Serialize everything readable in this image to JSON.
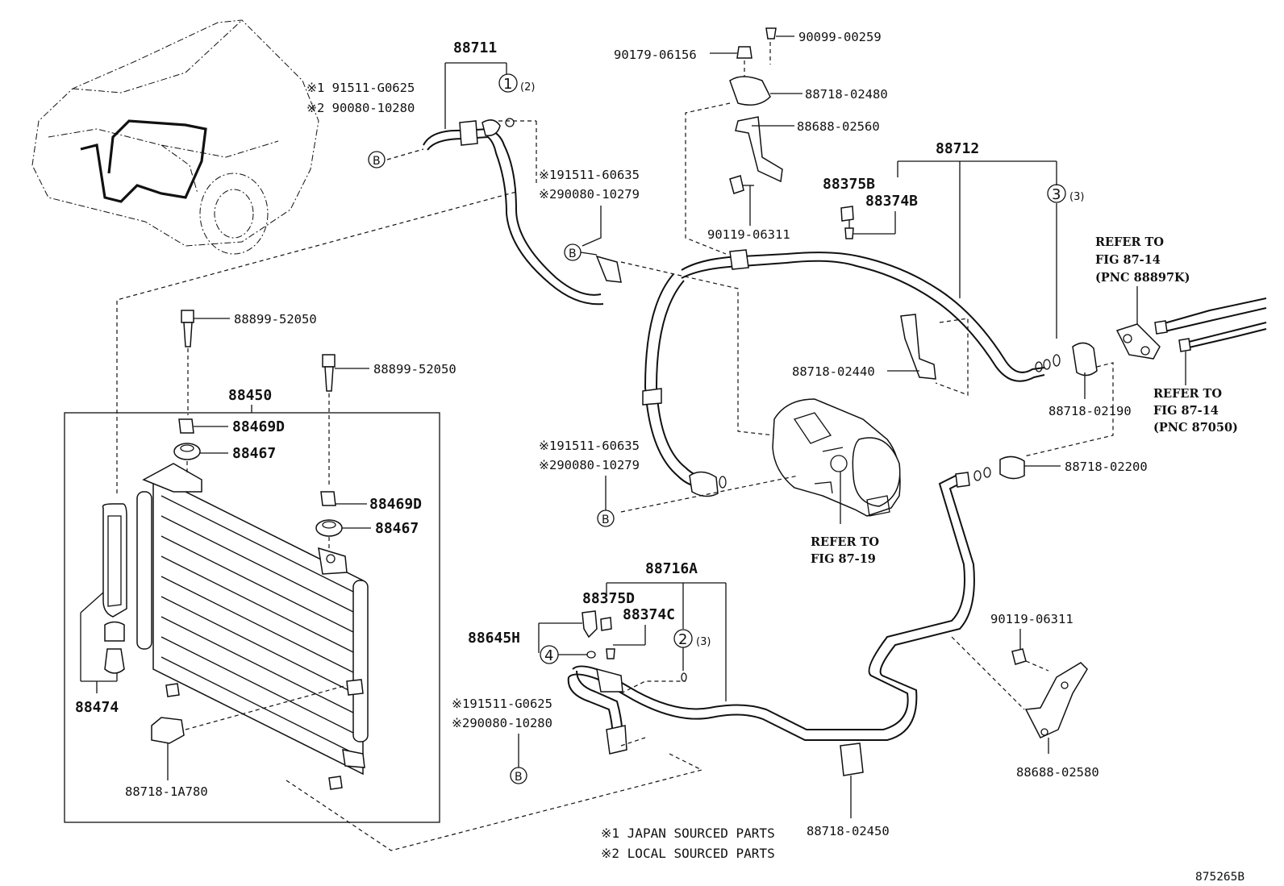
{
  "labels": {
    "p88711": "88711",
    "n1_top": "※1 91511-G0625",
    "n2_top": "※2 90080-10280",
    "n1_mid": "※191511-60635",
    "n2_mid": "※290080-10279",
    "n1_mid2": "※191511-60635",
    "n2_mid2": "※290080-10279",
    "n1_low": "※191511-G0625",
    "n2_low": "※290080-10280",
    "p90099": "90099-00259",
    "p90179": "90179-06156",
    "p88718_02480": "88718-02480",
    "p88688_02560": "88688-02560",
    "p90119_a": "90119-06311",
    "p88712": "88712",
    "p88375B": "88375B",
    "p88374B": "88374B",
    "p88718_02440": "88718-02440",
    "p88718_02190": "88718-02190",
    "p88718_02200": "88718-02200",
    "p88899_a": "88899-52050",
    "p88899_b": "88899-52050",
    "p88450": "88450",
    "p88469D_a": "88469D",
    "p88467_a": "88467",
    "p88469D_b": "88469D",
    "p88467_b": "88467",
    "p88474": "88474",
    "p88718_1A780": "88718-1A780",
    "p88716A": "88716A",
    "p88375D": "88375D",
    "p88374C": "88374C",
    "p88645H": "88645H",
    "p90119_b": "90119-06311",
    "p88688_02580": "88688-02580",
    "p88718_02450": "88718-02450",
    "ref1_l1": "REFER TO",
    "ref1_l2": "FIG 87-14",
    "ref1_l3": "(PNC 88897K)",
    "ref2_l1": "REFER TO",
    "ref2_l2": "FIG 87-14",
    "ref2_l3": "(PNC 87050)",
    "ref3_l1": "REFER TO",
    "ref3_l2": "FIG 87-19",
    "legend1": "※1  JAPAN SOURCED PARTS",
    "legend2": "※2  LOCAL SOURCED PARTS",
    "fig_id": "875265B"
  },
  "markers": {
    "c1": "1",
    "c1_qty": "(2)",
    "c2": "2",
    "c2_qty": "(3)",
    "c3": "3",
    "c3_qty": "(3)",
    "c4": "4",
    "b": "B"
  }
}
